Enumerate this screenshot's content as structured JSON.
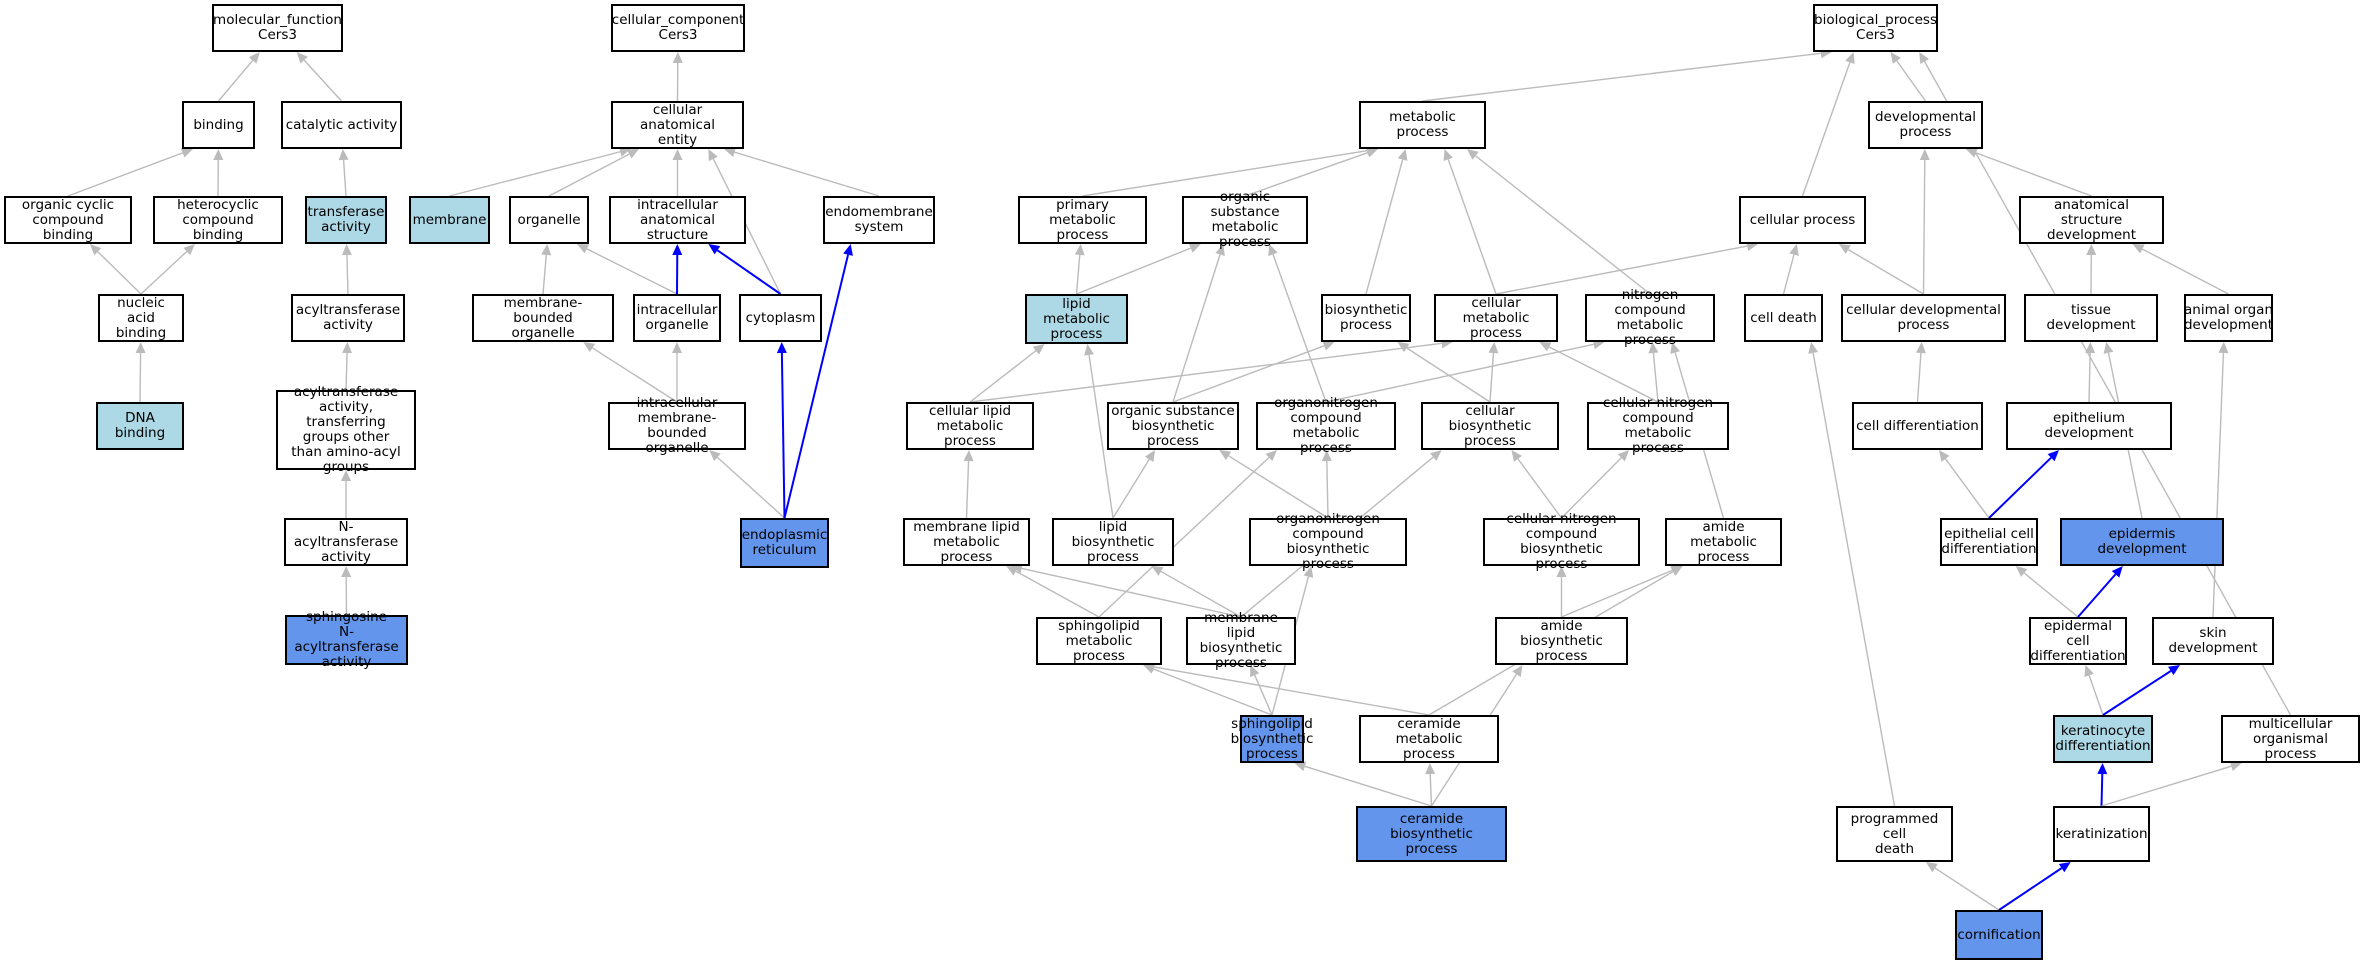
{
  "colors": {
    "node_fill": "#ffffff",
    "light_fill": "#add8e6",
    "highlight_fill": "#6495ed",
    "edge_gray": "#bbbbbb",
    "edge_blue": "#0000ff"
  },
  "nodes": [
    {
      "id": "mf",
      "label": "molecular_function\nCers3",
      "fill": "white"
    },
    {
      "id": "binding",
      "label": "binding",
      "fill": "white"
    },
    {
      "id": "catalytic",
      "label": "catalytic activity",
      "fill": "white"
    },
    {
      "id": "organic_cyclic",
      "label": "organic cyclic\ncompound binding",
      "fill": "white"
    },
    {
      "id": "heterocyclic",
      "label": "heterocyclic\ncompound binding",
      "fill": "white"
    },
    {
      "id": "transferase",
      "label": "transferase\nactivity",
      "fill": "light"
    },
    {
      "id": "nucleic_acid",
      "label": "nucleic acid\nbinding",
      "fill": "white"
    },
    {
      "id": "acyltransferase",
      "label": "acyltransferase\nactivity",
      "fill": "white"
    },
    {
      "id": "dna_binding",
      "label": "DNA binding",
      "fill": "light"
    },
    {
      "id": "acyl_transferring",
      "label": "acyltransferase\nactivity, transferring\ngroups other\nthan amino-acyl\ngroups",
      "fill": "white"
    },
    {
      "id": "n_acyl",
      "label": "N-acyltransferase\nactivity",
      "fill": "white"
    },
    {
      "id": "sphingosine",
      "label": "sphingosine\nN-acyltransferase\nactivity",
      "fill": "blue"
    },
    {
      "id": "cc",
      "label": "cellular_component\nCers3",
      "fill": "white"
    },
    {
      "id": "anat_entity",
      "label": "cellular anatomical\nentity",
      "fill": "white"
    },
    {
      "id": "membrane",
      "label": "membrane",
      "fill": "light"
    },
    {
      "id": "organelle",
      "label": "organelle",
      "fill": "white"
    },
    {
      "id": "intra_anat",
      "label": "intracellular\nanatomical structure",
      "fill": "white"
    },
    {
      "id": "endomembrane",
      "label": "endomembrane\nsystem",
      "fill": "white"
    },
    {
      "id": "mem_bounded",
      "label": "membrane-bounded\norganelle",
      "fill": "white"
    },
    {
      "id": "intra_organelle",
      "label": "intracellular\norganelle",
      "fill": "white"
    },
    {
      "id": "cytoplasm",
      "label": "cytoplasm",
      "fill": "white"
    },
    {
      "id": "intra_mem_bounded",
      "label": "intracellular\nmembrane-bounded\norganelle",
      "fill": "white"
    },
    {
      "id": "er",
      "label": "endoplasmic\nreticulum",
      "fill": "blue"
    },
    {
      "id": "bp",
      "label": "biological_process\nCers3",
      "fill": "white"
    },
    {
      "id": "metabolic",
      "label": "metabolic process",
      "fill": "white"
    },
    {
      "id": "developmental",
      "label": "developmental\nprocess",
      "fill": "white"
    },
    {
      "id": "primary_met",
      "label": "primary metabolic\nprocess",
      "fill": "white"
    },
    {
      "id": "org_sub_met",
      "label": "organic substance\nmetabolic process",
      "fill": "white"
    },
    {
      "id": "cellular_process",
      "label": "cellular process",
      "fill": "white"
    },
    {
      "id": "anat_dev",
      "label": "anatomical structure\ndevelopment",
      "fill": "white"
    },
    {
      "id": "lipid_met",
      "label": "lipid metabolic\nprocess",
      "fill": "light"
    },
    {
      "id": "biosynthetic",
      "label": "biosynthetic\nprocess",
      "fill": "white"
    },
    {
      "id": "cell_met",
      "label": "cellular metabolic\nprocess",
      "fill": "white"
    },
    {
      "id": "nitrogen_met",
      "label": "nitrogen compound\nmetabolic process",
      "fill": "white"
    },
    {
      "id": "cell_death",
      "label": "cell death",
      "fill": "white"
    },
    {
      "id": "cell_dev",
      "label": "cellular developmental\nprocess",
      "fill": "white"
    },
    {
      "id": "tissue_dev",
      "label": "tissue development",
      "fill": "white"
    },
    {
      "id": "animal_organ",
      "label": "animal organ\ndevelopment",
      "fill": "white"
    },
    {
      "id": "cell_lipid_met",
      "label": "cellular lipid\nmetabolic process",
      "fill": "white"
    },
    {
      "id": "org_sub_bio",
      "label": "organic substance\nbiosynthetic\nprocess",
      "fill": "white"
    },
    {
      "id": "organonitrogen_met",
      "label": "organonitrogen\ncompound metabolic\nprocess",
      "fill": "white"
    },
    {
      "id": "cell_bio",
      "label": "cellular biosynthetic\nprocess",
      "fill": "white"
    },
    {
      "id": "cell_nitrogen_met",
      "label": "cellular nitrogen\ncompound metabolic\nprocess",
      "fill": "white"
    },
    {
      "id": "cell_diff",
      "label": "cell differentiation",
      "fill": "white"
    },
    {
      "id": "epithelium_dev",
      "label": "epithelium development",
      "fill": "white"
    },
    {
      "id": "mem_lipid_met",
      "label": "membrane lipid\nmetabolic process",
      "fill": "white"
    },
    {
      "id": "lipid_bio",
      "label": "lipid biosynthetic\nprocess",
      "fill": "white"
    },
    {
      "id": "organonitrogen_bio",
      "label": "organonitrogen\ncompound biosynthetic\nprocess",
      "fill": "white"
    },
    {
      "id": "cell_nitrogen_bio",
      "label": "cellular nitrogen\ncompound biosynthetic\nprocess",
      "fill": "white"
    },
    {
      "id": "amide_met",
      "label": "amide metabolic\nprocess",
      "fill": "white"
    },
    {
      "id": "epithelial_diff",
      "label": "epithelial cell\ndifferentiation",
      "fill": "white"
    },
    {
      "id": "epidermis_dev",
      "label": "epidermis development",
      "fill": "blue"
    },
    {
      "id": "sphingolipid_met",
      "label": "sphingolipid\nmetabolic process",
      "fill": "white"
    },
    {
      "id": "mem_lipid_bio",
      "label": "membrane lipid\nbiosynthetic\nprocess",
      "fill": "white"
    },
    {
      "id": "amide_bio",
      "label": "amide biosynthetic\nprocess",
      "fill": "white"
    },
    {
      "id": "epidermal_diff",
      "label": "epidermal cell\ndifferentiation",
      "fill": "white"
    },
    {
      "id": "skin_dev",
      "label": "skin development",
      "fill": "white"
    },
    {
      "id": "sphingolipid_bio",
      "label": "sphingolipid\nbiosynthetic\nprocess",
      "fill": "blue"
    },
    {
      "id": "ceramide_met",
      "label": "ceramide metabolic\nprocess",
      "fill": "white"
    },
    {
      "id": "keratinocyte_diff",
      "label": "keratinocyte\ndifferentiation",
      "fill": "light"
    },
    {
      "id": "multicellular",
      "label": "multicellular\norganismal process",
      "fill": "white"
    },
    {
      "id": "ceramide_bio",
      "label": "ceramide biosynthetic\nprocess",
      "fill": "blue"
    },
    {
      "id": "programmed_death",
      "label": "programmed cell\ndeath",
      "fill": "white"
    },
    {
      "id": "keratinization",
      "label": "keratinization",
      "fill": "white"
    },
    {
      "id": "cornification",
      "label": "cornification",
      "fill": "blue"
    }
  ],
  "edges": [
    {
      "from": "binding",
      "to": "mf",
      "color": "gray"
    },
    {
      "from": "catalytic",
      "to": "mf",
      "color": "gray"
    },
    {
      "from": "organic_cyclic",
      "to": "binding",
      "color": "gray"
    },
    {
      "from": "heterocyclic",
      "to": "binding",
      "color": "gray"
    },
    {
      "from": "transferase",
      "to": "catalytic",
      "color": "gray"
    },
    {
      "from": "nucleic_acid",
      "to": "organic_cyclic",
      "color": "gray"
    },
    {
      "from": "nucleic_acid",
      "to": "heterocyclic",
      "color": "gray"
    },
    {
      "from": "acyltransferase",
      "to": "transferase",
      "color": "gray"
    },
    {
      "from": "dna_binding",
      "to": "nucleic_acid",
      "color": "gray"
    },
    {
      "from": "acyl_transferring",
      "to": "acyltransferase",
      "color": "gray"
    },
    {
      "from": "n_acyl",
      "to": "acyl_transferring",
      "color": "gray"
    },
    {
      "from": "sphingosine",
      "to": "n_acyl",
      "color": "gray"
    },
    {
      "from": "anat_entity",
      "to": "cc",
      "color": "gray"
    },
    {
      "from": "membrane",
      "to": "anat_entity",
      "color": "gray"
    },
    {
      "from": "organelle",
      "to": "anat_entity",
      "color": "gray"
    },
    {
      "from": "intra_anat",
      "to": "anat_entity",
      "color": "gray"
    },
    {
      "from": "endomembrane",
      "to": "anat_entity",
      "color": "gray"
    },
    {
      "from": "cytoplasm",
      "to": "anat_entity",
      "color": "gray"
    },
    {
      "from": "mem_bounded",
      "to": "organelle",
      "color": "gray"
    },
    {
      "from": "intra_organelle",
      "to": "organelle",
      "color": "gray"
    },
    {
      "from": "intra_organelle",
      "to": "intra_anat",
      "color": "blue"
    },
    {
      "from": "cytoplasm",
      "to": "intra_anat",
      "color": "blue"
    },
    {
      "from": "intra_mem_bounded",
      "to": "mem_bounded",
      "color": "gray"
    },
    {
      "from": "intra_mem_bounded",
      "to": "intra_organelle",
      "color": "gray"
    },
    {
      "from": "er",
      "to": "intra_mem_bounded",
      "color": "gray"
    },
    {
      "from": "er",
      "to": "cytoplasm",
      "color": "blue"
    },
    {
      "from": "er",
      "to": "endomembrane",
      "color": "blue"
    },
    {
      "from": "metabolic",
      "to": "bp",
      "color": "gray"
    },
    {
      "from": "developmental",
      "to": "bp",
      "color": "gray"
    },
    {
      "from": "cellular_process",
      "to": "bp",
      "color": "gray"
    },
    {
      "from": "multicellular",
      "to": "bp",
      "color": "gray"
    },
    {
      "from": "primary_met",
      "to": "metabolic",
      "color": "gray"
    },
    {
      "from": "org_sub_met",
      "to": "metabolic",
      "color": "gray"
    },
    {
      "from": "biosynthetic",
      "to": "metabolic",
      "color": "gray"
    },
    {
      "from": "cell_met",
      "to": "metabolic",
      "color": "gray"
    },
    {
      "from": "nitrogen_met",
      "to": "metabolic",
      "color": "gray"
    },
    {
      "from": "anat_dev",
      "to": "developmental",
      "color": "gray"
    },
    {
      "from": "cell_dev",
      "to": "developmental",
      "color": "gray"
    },
    {
      "from": "lipid_met",
      "to": "primary_met",
      "color": "gray"
    },
    {
      "from": "lipid_met",
      "to": "org_sub_met",
      "color": "gray"
    },
    {
      "from": "cell_met",
      "to": "cellular_process",
      "color": "gray"
    },
    {
      "from": "cell_death",
      "to": "cellular_process",
      "color": "gray"
    },
    {
      "from": "cell_dev",
      "to": "cellular_process",
      "color": "gray"
    },
    {
      "from": "tissue_dev",
      "to": "anat_dev",
      "color": "gray"
    },
    {
      "from": "animal_organ",
      "to": "anat_dev",
      "color": "gray"
    },
    {
      "from": "cell_lipid_met",
      "to": "lipid_met",
      "color": "gray"
    },
    {
      "from": "cell_lipid_met",
      "to": "cell_met",
      "color": "gray"
    },
    {
      "from": "org_sub_bio",
      "to": "org_sub_met",
      "color": "gray"
    },
    {
      "from": "org_sub_bio",
      "to": "biosynthetic",
      "color": "gray"
    },
    {
      "from": "organonitrogen_met",
      "to": "org_sub_met",
      "color": "gray"
    },
    {
      "from": "organonitrogen_met",
      "to": "nitrogen_met",
      "color": "gray"
    },
    {
      "from": "cell_bio",
      "to": "biosynthetic",
      "color": "gray"
    },
    {
      "from": "cell_bio",
      "to": "cell_met",
      "color": "gray"
    },
    {
      "from": "cell_nitrogen_met",
      "to": "cell_met",
      "color": "gray"
    },
    {
      "from": "cell_nitrogen_met",
      "to": "nitrogen_met",
      "color": "gray"
    },
    {
      "from": "cell_diff",
      "to": "cell_dev",
      "color": "gray"
    },
    {
      "from": "epithelium_dev",
      "to": "tissue_dev",
      "color": "gray"
    },
    {
      "from": "mem_lipid_met",
      "to": "cell_lipid_met",
      "color": "gray"
    },
    {
      "from": "lipid_bio",
      "to": "lipid_met",
      "color": "gray"
    },
    {
      "from": "lipid_bio",
      "to": "org_sub_bio",
      "color": "gray"
    },
    {
      "from": "organonitrogen_bio",
      "to": "org_sub_bio",
      "color": "gray"
    },
    {
      "from": "organonitrogen_bio",
      "to": "organonitrogen_met",
      "color": "gray"
    },
    {
      "from": "cell_nitrogen_bio",
      "to": "cell_bio",
      "color": "gray"
    },
    {
      "from": "cell_nitrogen_bio",
      "to": "cell_nitrogen_met",
      "color": "gray"
    },
    {
      "from": "amide_met",
      "to": "nitrogen_met",
      "color": "gray"
    },
    {
      "from": "epithelial_diff",
      "to": "cell_diff",
      "color": "gray"
    },
    {
      "from": "epithelial_diff",
      "to": "epithelium_dev",
      "color": "blue"
    },
    {
      "from": "epidermis_dev",
      "to": "tissue_dev",
      "color": "gray"
    },
    {
      "from": "sphingolipid_met",
      "to": "mem_lipid_met",
      "color": "gray"
    },
    {
      "from": "sphingolipid_met",
      "to": "organonitrogen_met",
      "color": "gray"
    },
    {
      "from": "mem_lipid_bio",
      "to": "mem_lipid_met",
      "color": "gray"
    },
    {
      "from": "mem_lipid_bio",
      "to": "lipid_bio",
      "color": "gray"
    },
    {
      "from": "mem_lipid_bio",
      "to": "cell_bio",
      "color": "gray"
    },
    {
      "from": "amide_bio",
      "to": "cell_nitrogen_bio",
      "color": "gray"
    },
    {
      "from": "amide_bio",
      "to": "amide_met",
      "color": "gray"
    },
    {
      "from": "epidermal_diff",
      "to": "epithelial_diff",
      "color": "gray"
    },
    {
      "from": "epidermal_diff",
      "to": "epidermis_dev",
      "color": "blue"
    },
    {
      "from": "skin_dev",
      "to": "animal_organ",
      "color": "gray"
    },
    {
      "from": "sphingolipid_bio",
      "to": "sphingolipid_met",
      "color": "gray"
    },
    {
      "from": "sphingolipid_bio",
      "to": "mem_lipid_bio",
      "color": "gray"
    },
    {
      "from": "sphingolipid_bio",
      "to": "organonitrogen_bio",
      "color": "gray"
    },
    {
      "from": "ceramide_met",
      "to": "sphingolipid_met",
      "color": "gray"
    },
    {
      "from": "ceramide_met",
      "to": "amide_met",
      "color": "gray"
    },
    {
      "from": "keratinocyte_diff",
      "to": "epidermal_diff",
      "color": "gray"
    },
    {
      "from": "keratinocyte_diff",
      "to": "skin_dev",
      "color": "blue"
    },
    {
      "from": "ceramide_bio",
      "to": "sphingolipid_bio",
      "color": "gray"
    },
    {
      "from": "ceramide_bio",
      "to": "ceramide_met",
      "color": "gray"
    },
    {
      "from": "ceramide_bio",
      "to": "amide_bio",
      "color": "gray"
    },
    {
      "from": "programmed_death",
      "to": "cell_death",
      "color": "gray"
    },
    {
      "from": "keratinization",
      "to": "keratinocyte_diff",
      "color": "blue"
    },
    {
      "from": "keratinization",
      "to": "multicellular",
      "color": "gray"
    },
    {
      "from": "cornification",
      "to": "programmed_death",
      "color": "gray"
    },
    {
      "from": "cornification",
      "to": "keratinization",
      "color": "blue"
    }
  ]
}
